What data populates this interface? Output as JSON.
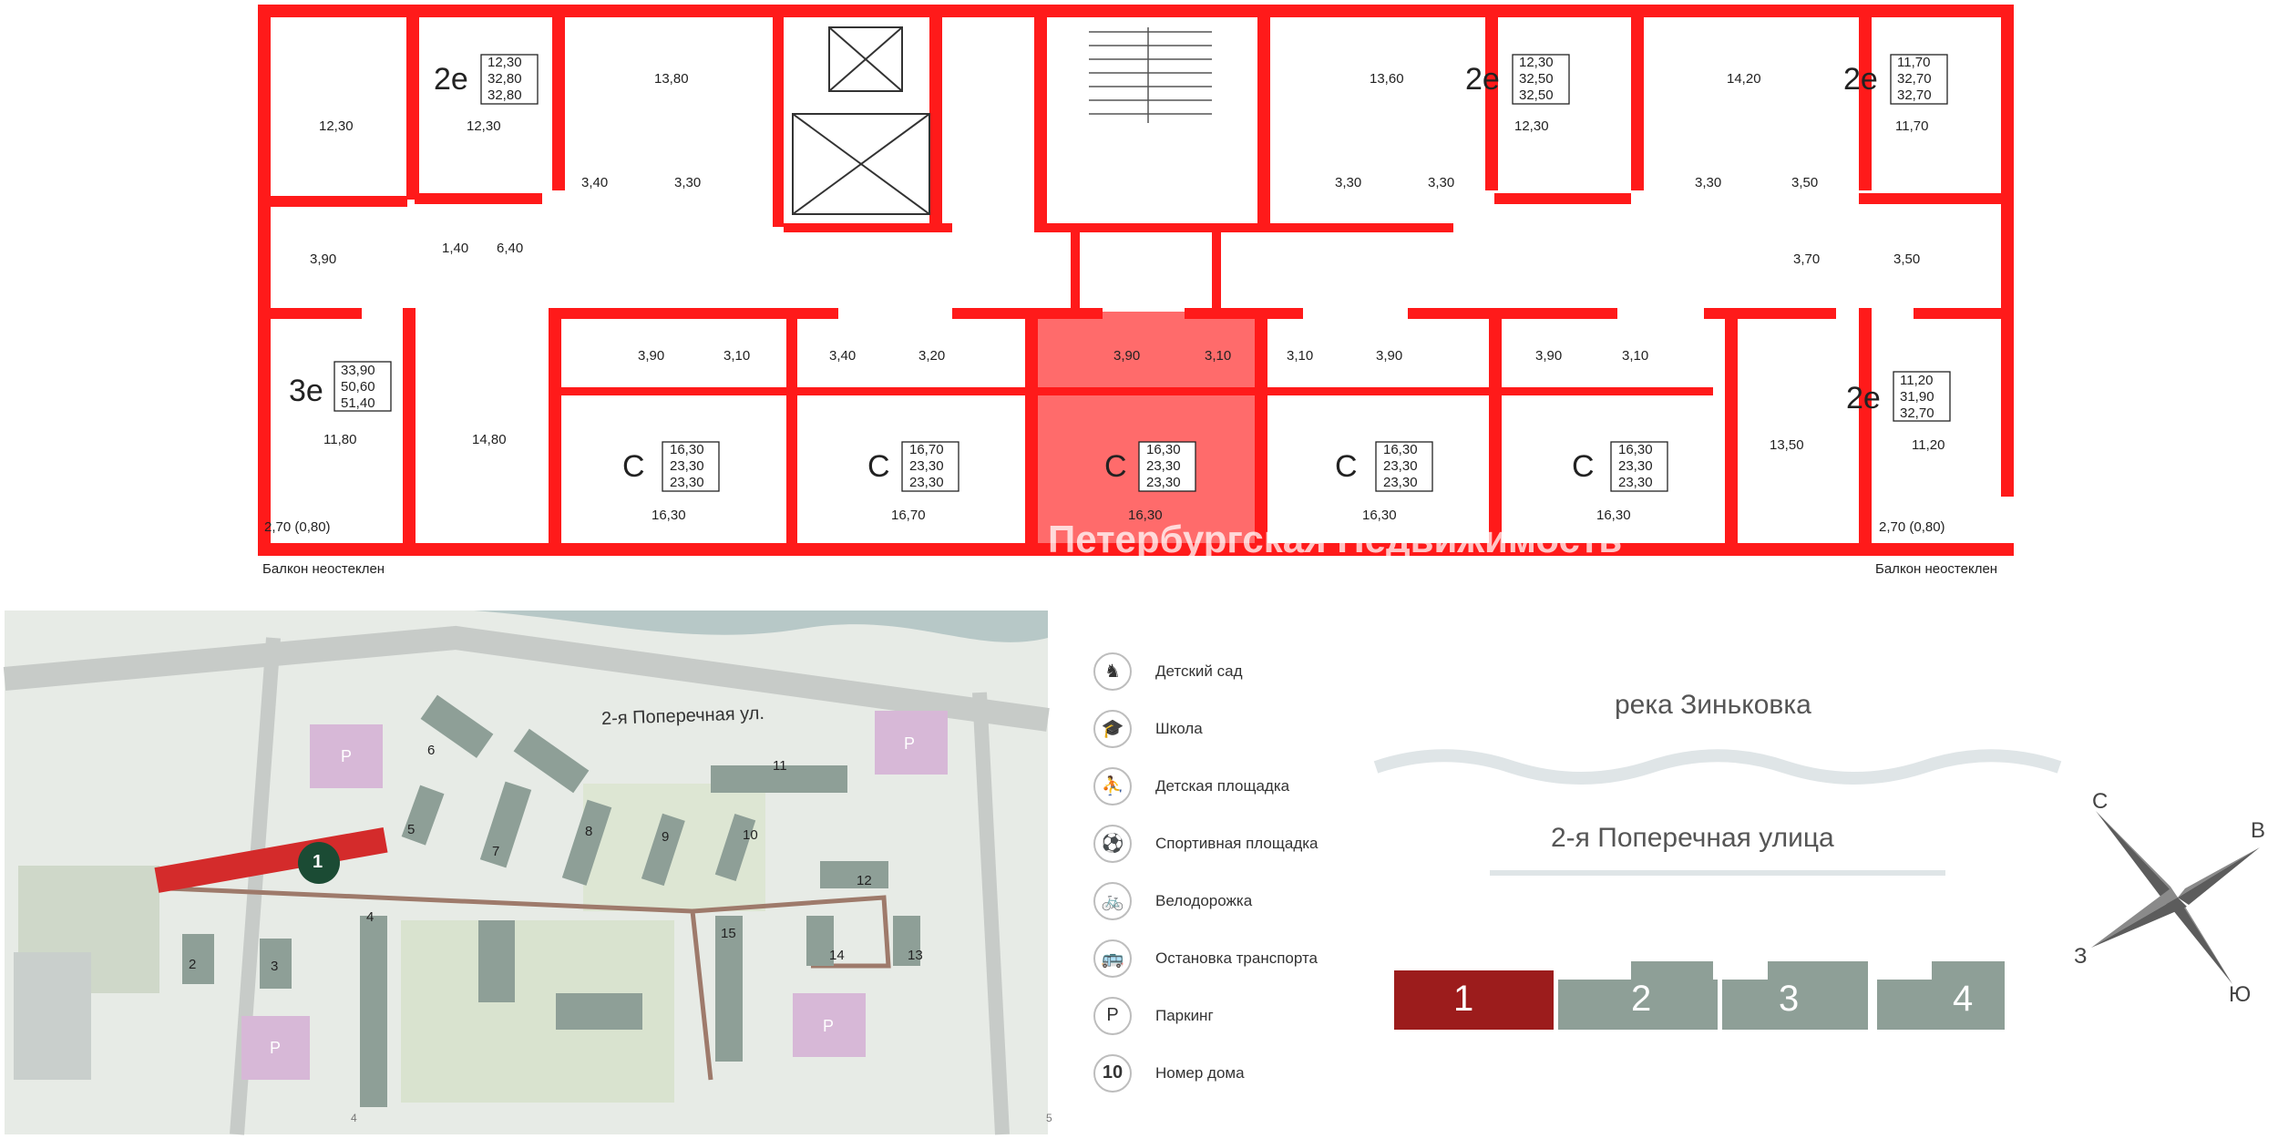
{
  "watermark": "Петербургская Недвижимость",
  "colors": {
    "wall": "#ff1a1a",
    "highlight": "#ff6b6b",
    "map_bg": "#e7ebe6",
    "house_active": "#d42b2b",
    "house_other": "#8e9f97",
    "legend_border": "#bdbdbd"
  },
  "plan": {
    "units": [
      {
        "type": "2е",
        "areas": [
          "12,30",
          "32,80",
          "32,80"
        ]
      },
      {
        "type": "2е",
        "areas": [
          "12,30",
          "32,50",
          "32,50"
        ]
      },
      {
        "type": "2е",
        "areas": [
          "11,70",
          "32,70",
          "32,70"
        ]
      },
      {
        "type": "3е",
        "areas": [
          "33,90",
          "50,60",
          "51,40"
        ]
      },
      {
        "type": "2е",
        "areas": [
          "11,20",
          "31,90",
          "32,70"
        ]
      },
      {
        "type": "С",
        "areas": [
          "16,30",
          "23,30",
          "23,30"
        ]
      },
      {
        "type": "С",
        "areas": [
          "16,70",
          "23,30",
          "23,30"
        ]
      },
      {
        "type": "С",
        "areas": [
          "16,30",
          "23,30",
          "23,30"
        ],
        "selected": true
      },
      {
        "type": "С",
        "areas": [
          "16,30",
          "23,30",
          "23,30"
        ]
      },
      {
        "type": "С",
        "areas": [
          "16,30",
          "23,30",
          "23,30"
        ]
      }
    ],
    "room_areas": [
      "12,30",
      "12,30",
      "13,80",
      "13,60",
      "12,30",
      "14,20",
      "11,70",
      "3,40",
      "3,30",
      "3,30",
      "3,30",
      "3,30",
      "3,50",
      "3,90",
      "1,40",
      "6,40",
      "3,70",
      "3,50",
      "3,90",
      "3,10",
      "3,40",
      "3,20",
      "3,90",
      "3,10",
      "3,10",
      "3,90",
      "3,90",
      "3,10",
      "11,80",
      "14,80",
      "16,30",
      "16,70",
      "16,30",
      "16,30",
      "16,30",
      "13,50",
      "11,20"
    ],
    "balconies": [
      "2,70 (0,80)",
      "2,70 (0,80)"
    ],
    "balcony_note": "Балкон неостеклен"
  },
  "map": {
    "street": "2-я Поперечная ул.",
    "house_numbers": [
      "1",
      "2",
      "3",
      "4",
      "5",
      "6",
      "7",
      "8",
      "9",
      "10",
      "11",
      "12",
      "13",
      "14",
      "15"
    ],
    "parking_label": "Р",
    "axis_ticks": [
      "4",
      "5"
    ]
  },
  "legend": [
    {
      "icon": "kindergarten-icon",
      "glyph": "♞",
      "label": "Детский сад"
    },
    {
      "icon": "school-icon",
      "glyph": "🎓",
      "label": "Школа"
    },
    {
      "icon": "playground-icon",
      "glyph": "⛹",
      "label": "Детская площадка"
    },
    {
      "icon": "sports-icon",
      "glyph": "⚽",
      "label": "Спортивная площадка"
    },
    {
      "icon": "bike-icon",
      "glyph": "🚲",
      "label": "Велодорожка"
    },
    {
      "icon": "bus-icon",
      "glyph": "🚌",
      "label": "Остановка транспорта"
    },
    {
      "icon": "parking-icon",
      "glyph": "P",
      "label": "Паркинг"
    },
    {
      "icon": "house-number-icon",
      "glyph": "10",
      "label": "Номер дома"
    }
  ],
  "orientation": {
    "river": "река Зиньковка",
    "street": "2-я Поперечная улица",
    "sections": [
      "1",
      "2",
      "3",
      "4"
    ],
    "compass": [
      "С",
      "В",
      "Ю",
      "З"
    ]
  }
}
